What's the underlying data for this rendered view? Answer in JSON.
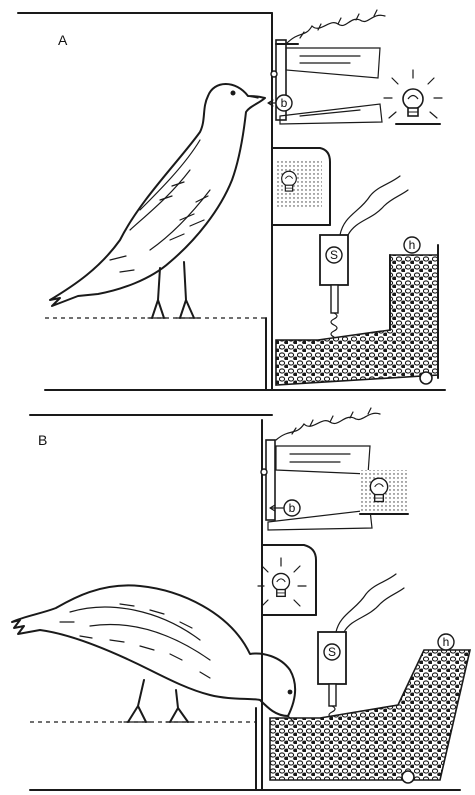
{
  "panel_a": {
    "label": "A",
    "pointer_label": "b",
    "switch_label": "S",
    "hopper_label": "h"
  },
  "panel_b": {
    "label": "B",
    "pointer_label": "b",
    "switch_label": "S",
    "hopper_label": "h"
  }
}
